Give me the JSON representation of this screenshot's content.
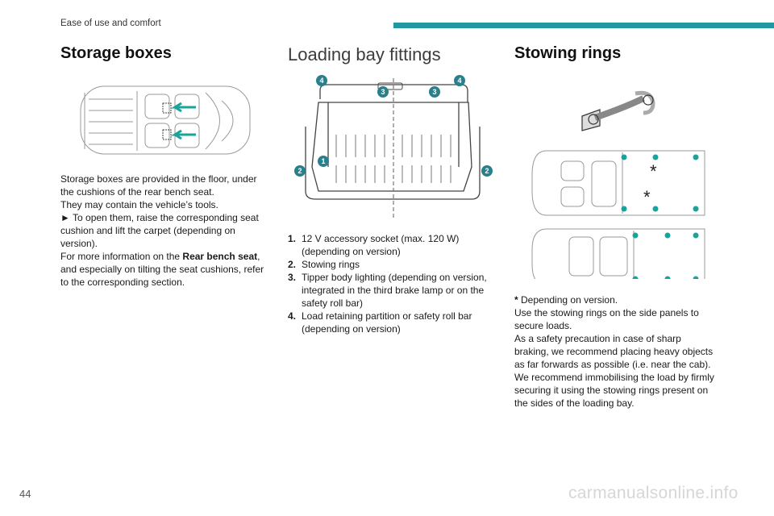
{
  "header": {
    "section": "Ease of use and comfort"
  },
  "col1": {
    "title": "Storage boxes",
    "p1": "Storage boxes are provided in the floor, under the cushions of the rear bench seat.",
    "p2": "They may contain the vehicle’s tools.",
    "p3_arrow": "►",
    "p3": " To open them, raise the corresponding seat cushion and lift the carpet (depending on version).",
    "p4_pre": "For more information on the ",
    "p4_bold": "Rear bench seat",
    "p4_post": ", and especially on tilting the seat cushions, refer to the corresponding section."
  },
  "col2": {
    "title": "Loading bay fittings",
    "callouts": [
      "1",
      "2",
      "3",
      "4"
    ],
    "items": [
      {
        "num": "1.",
        "text": "12 V accessory socket (max. 120 W) (depending on version)"
      },
      {
        "num": "2.",
        "text": "Stowing rings"
      },
      {
        "num": "3.",
        "text": "Tipper body lighting (depending on version, integrated in the third brake lamp or on the safety roll bar)"
      },
      {
        "num": "4.",
        "text": "Load retaining partition or safety roll bar (depending on version)"
      }
    ]
  },
  "col3": {
    "title": "Stowing rings",
    "star": "*",
    "star_note": " Depending on version.",
    "p1": "Use the stowing rings on the side panels to secure loads.",
    "p2": "As a safety precaution in case of sharp braking, we recommend placing heavy objects as far forwards as possible (i.e. near the cab).",
    "p3": "We recommend immobilising the load by firmly securing it using the stowing rings present on the sides of the loading bay."
  },
  "footer": {
    "page_number": "44",
    "watermark": "carmanualsonline.info"
  },
  "colors": {
    "accent": "#1f98a0",
    "callout": "#2a7f8c",
    "arrow": "#1aa39a"
  }
}
